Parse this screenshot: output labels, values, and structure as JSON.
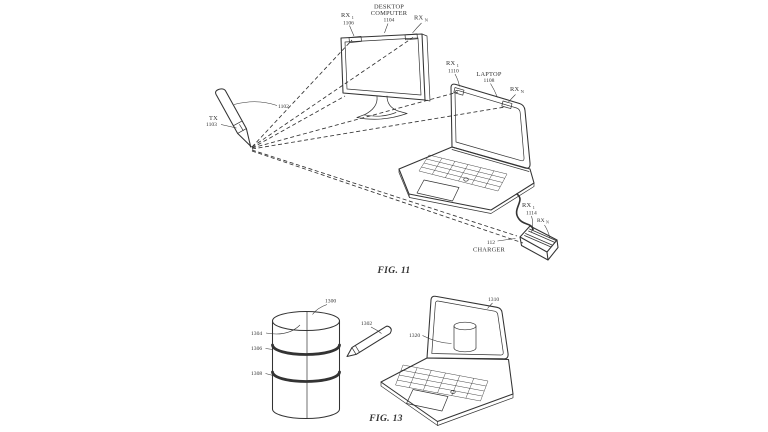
{
  "colors": {
    "line": "#333333",
    "background": "#ffffff"
  },
  "figure11": {
    "caption": "FIG. 11",
    "stylus": {
      "ref": "1102",
      "tx_label": "TX",
      "tx_ref": "1103"
    },
    "desktop": {
      "name_line1": "DESKTOP",
      "name_line2": "COMPUTER",
      "ref": "1104",
      "rx1_base": "RX",
      "rx1_sub": "1",
      "rx1_ref": "1106",
      "rxn_base": "RX",
      "rxn_sub": "N"
    },
    "laptop": {
      "name": "LAPTOP",
      "ref": "1108",
      "rx1_base": "RX",
      "rx1_sub": "1",
      "rx1_ref": "1110",
      "rxn_base": "RX",
      "rxn_sub": "N"
    },
    "charger": {
      "name": "CHARGER",
      "ref": "112",
      "rx1_base": "RX",
      "rx1_sub": "1",
      "rx1_ref": "1114",
      "rxn_base": "RX",
      "rxn_sub": "N"
    }
  },
  "figure13": {
    "caption": "FIG. 13",
    "cylinder_ref": "1300",
    "cylinder_top_ref": "1304",
    "cylinder_band1_ref": "1306",
    "cylinder_band2_ref": "1308",
    "stylus_ref": "1302",
    "laptop_ref": "1310",
    "screen_object_ref": "1320"
  }
}
